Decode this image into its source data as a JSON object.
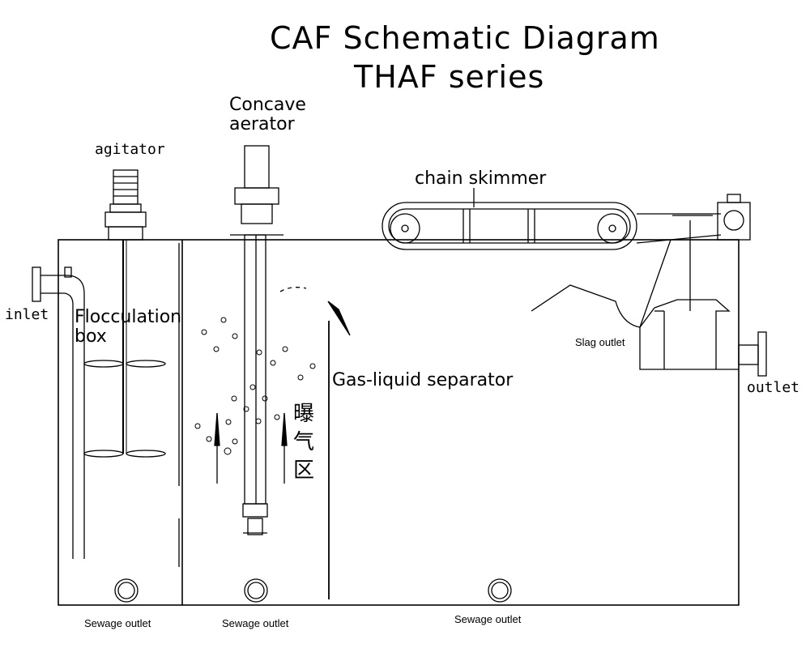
{
  "title": {
    "line1": "CAF Schematic Diagram",
    "line2": "THAF series"
  },
  "labels": {
    "concave_aerator": "Concave\naerator",
    "agitator": "agitator",
    "chain_skimmer": "chain skimmer",
    "inlet": "inlet",
    "flocculation_box": "Flocculation\nbox",
    "gas_liquid_separator": "Gas-liquid separator",
    "slag_outlet": "Slag outlet",
    "outlet": "outlet",
    "aeration_zone": "曝气区",
    "sewage_outlet_1": "Sewage outlet",
    "sewage_outlet_2": "Sewage outlet",
    "sewage_outlet_3": "Sewage outlet"
  },
  "colors": {
    "line": "#000000",
    "background": "#ffffff"
  }
}
